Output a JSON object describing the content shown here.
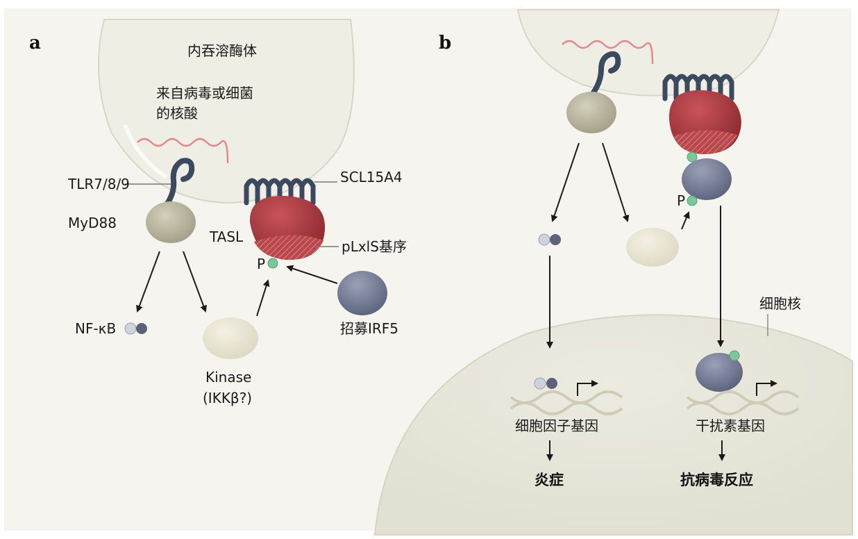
{
  "panels": {
    "a": "a",
    "b": "b"
  },
  "panel_a": {
    "endolysosome": "内吞溶酶体",
    "nucleic_acid_line1": "来自病毒或细菌",
    "nucleic_acid_line2": "的核酸",
    "tlr": "TLR7/8/9",
    "myd88": "MyD88",
    "scl15a4": "SCL15A4",
    "tasl": "TASL",
    "motif": "pLxlS基序",
    "phospho": "P",
    "nfkb": "NF-κB",
    "kinase_line1": "Kinase",
    "kinase_line2": "(IKKβ?)",
    "recruit": "招募IRF5"
  },
  "panel_b": {
    "phospho": "P",
    "nucleus": "细胞核",
    "cytokine_gene": "细胞因子基因",
    "inflammation": "炎症",
    "interferon_gene": "干扰素基因",
    "antiviral": "抗病毒反应"
  },
  "colors": {
    "background": "#f5f4ef",
    "membrane_fill": "#efeee4",
    "myd88": "#b9b59e",
    "tasl": "#a8383e",
    "slc15a4": "#3c4a60",
    "irf5": "#7c8299",
    "phosphate": "#7cc79a",
    "rna": "#e3898c",
    "dna": "#d9d5c2"
  }
}
